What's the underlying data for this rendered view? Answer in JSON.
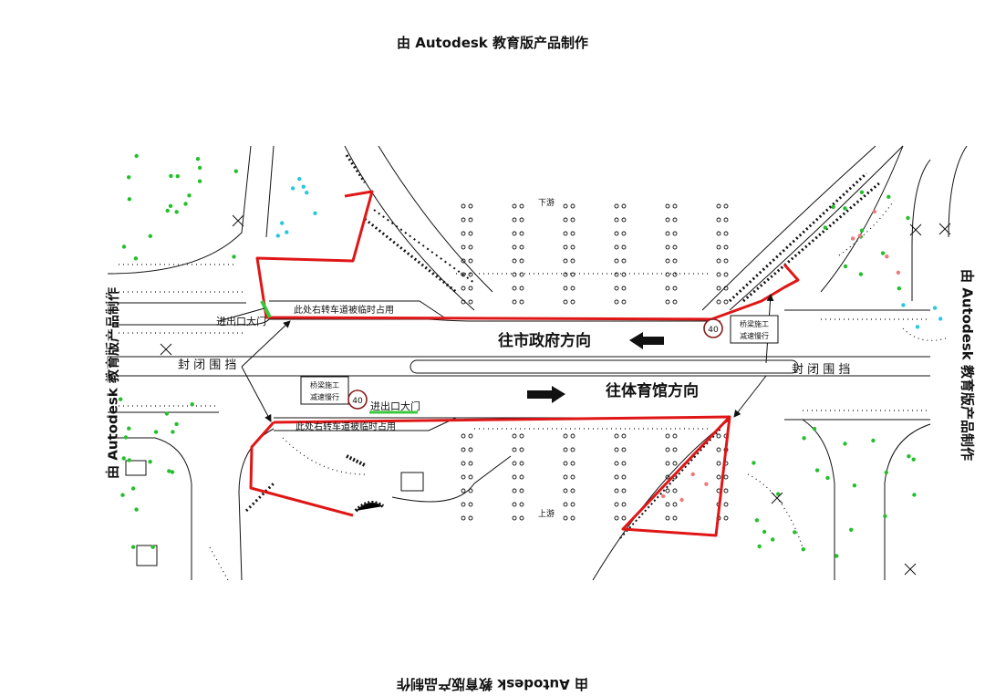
{
  "watermark": {
    "text": "由 Autodesk 教育版产品制作"
  },
  "labels": {
    "direction_west": "往市政府方向",
    "direction_east": "往体育馆方向",
    "closure_left": "封 闭 围 挡",
    "closure_right": "封 闭 围 挡",
    "gate_north": "进出口大门",
    "gate_south": "进出口大门",
    "lane_note_north": "此处右转车道被临时占用",
    "lane_note_south": "此处右转车道被临时占用",
    "downstream": "下游",
    "upstream": "上游",
    "sign_north_line1": "桥梁施工",
    "sign_north_line2": "减速慢行",
    "sign_south_line1": "桥梁施工",
    "sign_south_line2": "减速慢行",
    "speed_limit": "40"
  },
  "colors": {
    "boundary": "#e01616",
    "gate_marker": "#3cc83c",
    "linework": "#111111",
    "tree_green": "#22c02a",
    "tree_cyan": "#28c8e0",
    "tree_pink": "#f07878"
  }
}
